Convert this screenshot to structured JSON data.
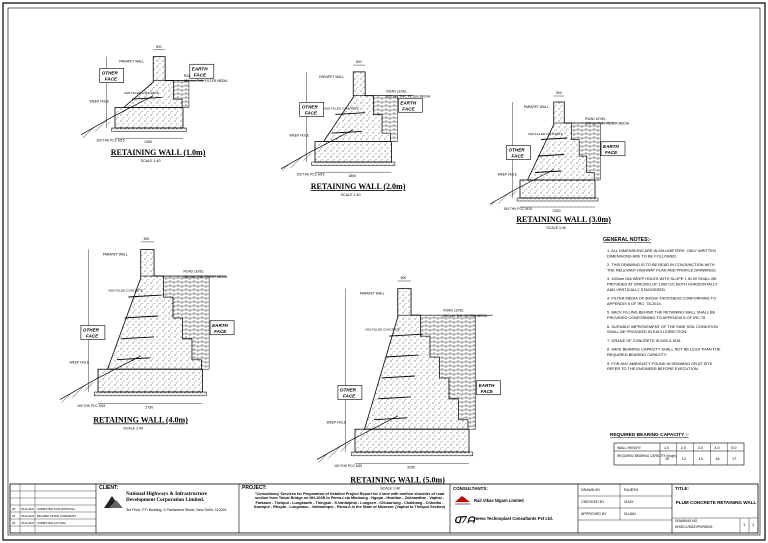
{
  "walls": [
    {
      "title": "RETAINING WALL (1.0m)",
      "scale": "SCALE 1:40",
      "other_face": "OTHER FACE",
      "earth_face": "EARTH FACE",
      "parapet": "PARAPET WALL",
      "road_level": "ROAD LEVEL",
      "fiber": "600 mm THK. FILTER MEDIA",
      "concrete": "M20 FILLED CONCRETE",
      "weep": "WEEP HOLE",
      "pcc": "100 THK PCC M15",
      "base": "1350",
      "top": "500"
    },
    {
      "title": "RETAINING WALL (2.0m)",
      "scale": "SCALE 1:40",
      "other_face": "OTHER FACE",
      "earth_face": "EARTH FACE",
      "parapet": "PARAPET WALL",
      "road_level": "ROAD LEVEL",
      "fiber": "600 mm THK. FILTER MEDIA",
      "concrete": "M20 FILLED CONCRETE",
      "weep": "WEEP HOLE",
      "pcc": "100 THK PCC M15",
      "base": "1800",
      "top": "500"
    },
    {
      "title": "RETAINING WALL (3.0m)",
      "scale": "SCALE 1:40",
      "other_face": "OTHER FACE",
      "earth_face": "EARTH FACE",
      "parapet": "PARAPET WALL",
      "road_level": "ROAD LEVEL",
      "fiber": "600 mm THK. FILTER MEDIA",
      "concrete": "M20 FILLED CONCRETE",
      "weep": "WEEP HOLE",
      "pcc": "100 THK PCC M15",
      "base": "2350",
      "top": "500"
    },
    {
      "title": "RETAINING WALL (4.0m)",
      "scale": "SCALE 1:40",
      "other_face": "OTHER FACE",
      "earth_face": "EARTH FACE",
      "parapet": "PARAPET WALL",
      "road_level": "ROAD LEVEL",
      "fiber": "600 mm THK. FILTER MEDIA",
      "concrete": "M20 FILLED CONCRETE",
      "weep": "WEEP HOLE",
      "pcc": "100 THK PCC M15",
      "base": "2750",
      "top": "500"
    },
    {
      "title": "RETAINING WALL (5.0m)",
      "scale": "SCALE 1:40",
      "other_face": "OTHER FACE",
      "earth_face": "EARTH FACE",
      "parapet": "PARAPET WALL",
      "road_level": "ROAD LEVEL",
      "fiber": "600 mm THK. FILTER MEDIA",
      "concrete": "M20 FILLED CONCRETE",
      "weep": "WEEP HOLE",
      "pcc": "100 THK PCC M15",
      "base": "3250",
      "top": "500"
    }
  ],
  "notes": {
    "heading": "GENERAL NOTES:-",
    "items": [
      "1. ALL DIMENSIONS ARE IN MILLIMETERS, ONLY WRITTEN DIMENSIONS ARE TO BE FOLLOWED.",
      "2. THIS DRAWING IS TO BE READ IN CONJUNCTION WITH THE RELEVANT HIGHWAY PLAN AND PROFILE DRAWINGS.",
      "3. 100mm DIA WEEP HOLES WITH SLOPE 1 IN 20 SHALL BE PROVIDED AT SPACING OF 1000 C/C BOTH HORIZONTALLY AND VERTICALLY STAGGERED.",
      "4. FILTER MEDIA OF 600mm THICKNESS CONFORMING TO APPENDIX 6 OF IRC: 78-2014.",
      "5. BACK FILLING BEHIND THE RETAINING WALL SHALL BE PROVIDED CONFORMING TO APPENDIX 6 OF IRC:78.",
      "6. SUITABLE IMPROVEMENT OF THE SIDE SOIL CONDITION SHALL BE PROVIDED IN EACH DIRECTION.",
      "7. GRADE OF CONCRETE IS M20 & M15.",
      "8. SAFE BEARING CAPACITY SHALL NOT BE LESS THAN THE REQUIRED BEARING CAPACITY.",
      "9. FOR ANY AMBIGUITY FOUND IN DRAWING OR AT SITE REFER TO THE ENGINEER BEFORE EXECUTION."
    ]
  },
  "bearing": {
    "heading": "REQUIRED BEARING CAPACITY :-",
    "row1_label": "WALL HEIGHT",
    "row2_label": "REQUIRED BEARING CAPACITY (t/sqm)",
    "heights": [
      "1.0",
      "2.0",
      "3.0",
      "4.0",
      "5.0"
    ],
    "values": [
      "10",
      "12",
      "13",
      "16",
      "17"
    ]
  },
  "titleblock": {
    "client_label": "CLIENT:",
    "client_name": "National Highways & Infrastructure Development Corporation Limited.",
    "client_addr": "3rd Floor, PTI Building, 4 Parliament Street, New Delhi- 110001",
    "project_label": "PROJECT:",
    "project_text": "\"Consultancy Services for Preparation of Detailed Project Report for 2 lane with earthen shoulder of road section from Tuivai Bridge on NH-102B to Parva-I via Mimbung - Ngopa - Hnahlan - Zokhawthar - Vaphai - Farkawn - Thekpui - Lungkawlh - Thingsai - S.Vanlaiphai - Lungsen - Chhuarlung - Chakhang - Chhotha - Kawnpui - Rhopai - Longmasu - Vathuampui - Parva-II in the State of Mizoram. (Vaphai to Thekpui Section)",
    "consultants_label": "CONSULTANTS:",
    "consultant1": "Rail Vikas Nigam Limited",
    "consultant2": "Heera Technoplast Consultants Pvt Ltd.",
    "title_label": "TITLE:",
    "title_text": "PLUM CONCRETE RETAINING WALL",
    "rev_rows": [
      [
        "00",
        "05.02.2024",
        "SUBMITTED FOR APPROVAL"
      ],
      [
        "01",
        "05.02.2024",
        "REVISED AFTER COMMENTS"
      ],
      [
        "02",
        "05.02.2024",
        "SUBMITTED AS FINAL"
      ]
    ],
    "drawn_label": "DRAWN BY",
    "checked_label": "CHECKED BY",
    "approved_label": "APPROVED BY",
    "drawn_val": "RAJESH",
    "checked_val": "VIJAY",
    "approved_val": "SUJAN",
    "drawing_no_label": "DRAWING NO.",
    "drawing_no": "NHIDCL/MZ/DPR/RW/01",
    "sheet": "1",
    "of": "1"
  }
}
